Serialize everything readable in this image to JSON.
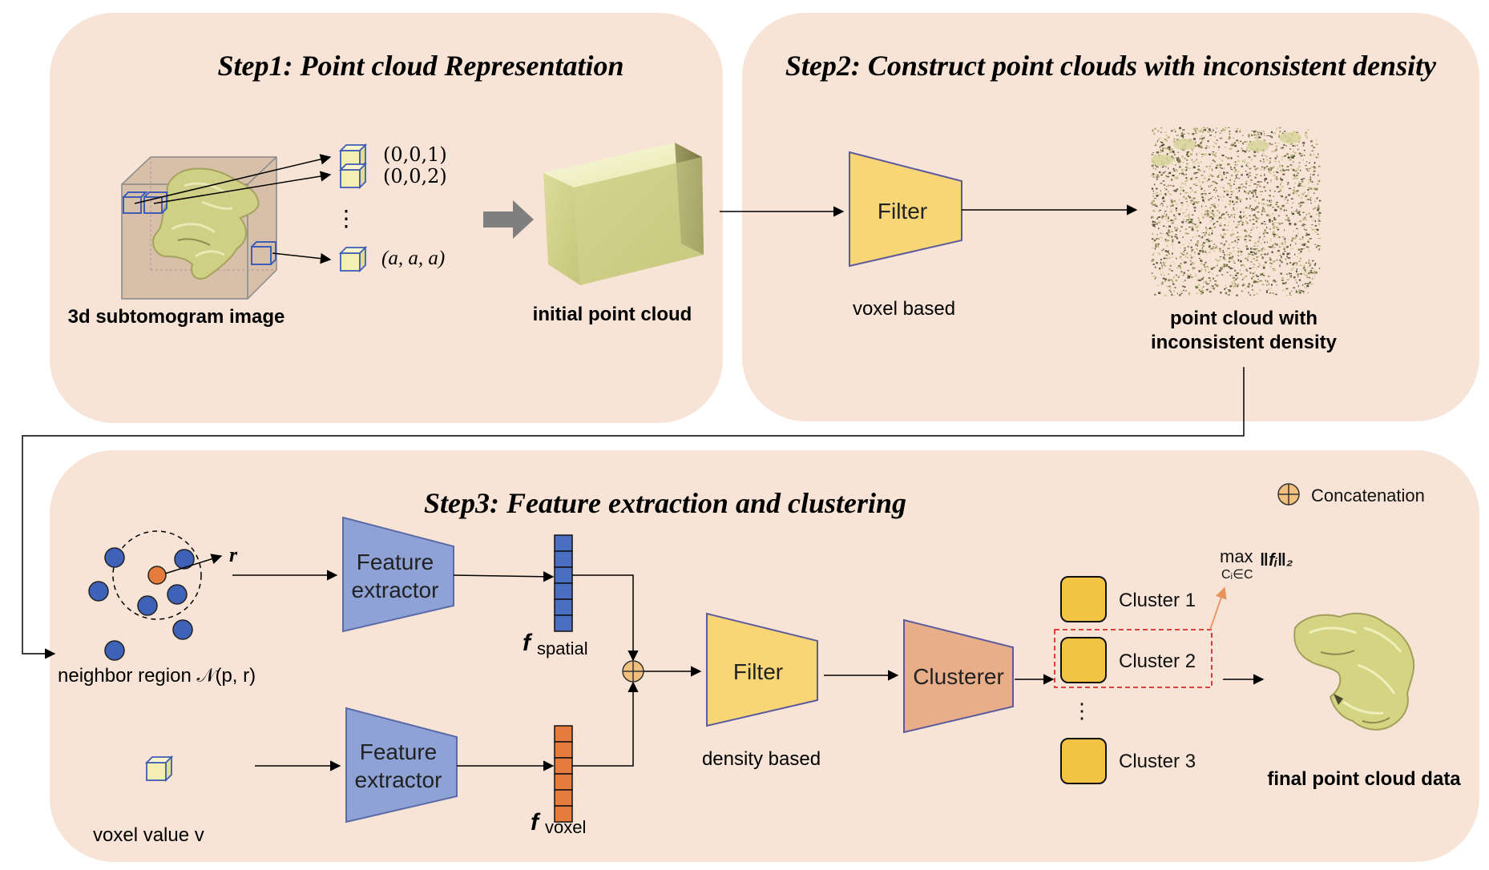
{
  "step1": {
    "title": "Step1: Point cloud Representation",
    "image_label": "3d subtomogram image",
    "coord_1": "(0,0,1)",
    "coord_2": "(0,0,2)",
    "coord_dots": "⋮",
    "coord_3": "(a, a, a)",
    "output_label": "initial point cloud"
  },
  "step2": {
    "title": "Step2: Construct point clouds with inconsistent density",
    "filter_label": "Filter",
    "filter_caption": "voxel based",
    "output_label_line1": "point cloud with",
    "output_label_line2": "inconsistent density"
  },
  "step3": {
    "title": "Step3: Feature extraction and clustering",
    "legend_label": "Concatenation",
    "radius_label": "r",
    "neighbor_label": "neighbor region 𝒩(p, r)",
    "voxel_label": "voxel value v",
    "feature_extractor_line1": "Feature",
    "feature_extractor_line2": "extractor",
    "f_spatial_main": "f",
    "f_spatial_sub": "spatial",
    "f_voxel_main": "f",
    "f_voxel_sub": "voxel",
    "filter_label": "Filter",
    "filter_caption": "density based",
    "clusterer_label": "Clusterer",
    "cluster_1": "Cluster 1",
    "cluster_2": "Cluster 2",
    "cluster_dots": "⋮",
    "cluster_3": "Cluster 3",
    "max_word": "max",
    "max_sub": "Cᵢ∈C",
    "max_norm": "‖fᵢ‖₂",
    "output_label": "final point cloud data"
  },
  "colors": {
    "panel_bg": "#f7e4d6",
    "filter_fill": "#f8d675",
    "extractor_fill": "#8fa2d6",
    "clusterer_fill": "#e8ae8a",
    "cluster_fill": "#f3c443",
    "spatial_fill": "#4a6fc2",
    "voxel_fill": "#e57b3c",
    "dot_blue": "#3d62b8",
    "dot_orange": "#e57b3c",
    "cube_fill": "#efeaa6",
    "highlight_red": "#d9413a"
  }
}
